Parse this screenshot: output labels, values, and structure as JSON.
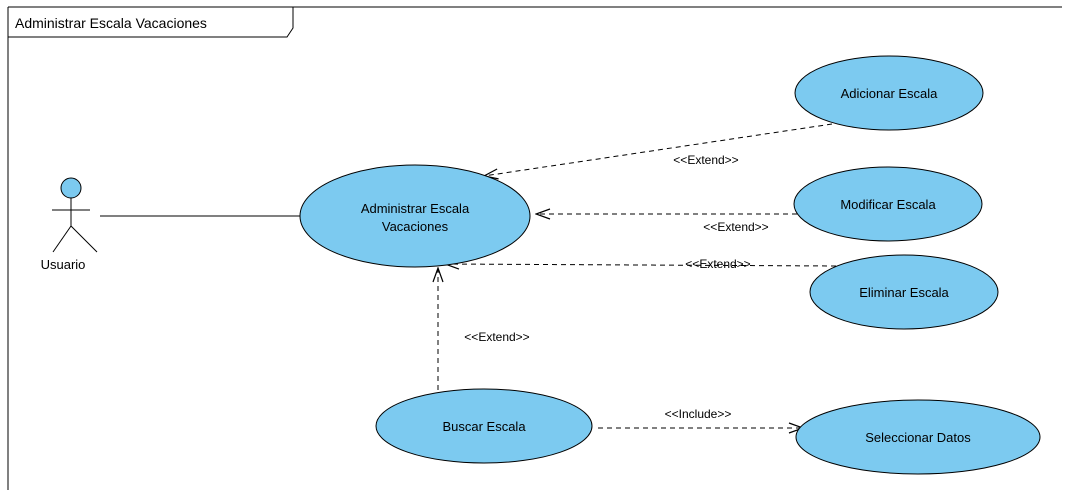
{
  "frame": {
    "title": "Administrar Escala Vacaciones"
  },
  "actor": {
    "name": "Usuario"
  },
  "use_cases": {
    "main": {
      "line1": "Administrar Escala",
      "line2": "Vacaciones"
    },
    "adicionar": "Adicionar Escala",
    "modificar": "Modificar Escala",
    "eliminar": "Eliminar Escala",
    "buscar": "Buscar Escala",
    "seleccionar": "Seleccionar Datos"
  },
  "relations": {
    "extend_adicionar": "<<Extend>>",
    "extend_modificar": "<<Extend>>",
    "extend_eliminar": "<<Extend>>",
    "extend_buscar": "<<Extend>>",
    "include_seleccionar": "<<Include>>"
  },
  "colors": {
    "usecase_fill": "#7ccaf0",
    "stroke": "#000000"
  }
}
